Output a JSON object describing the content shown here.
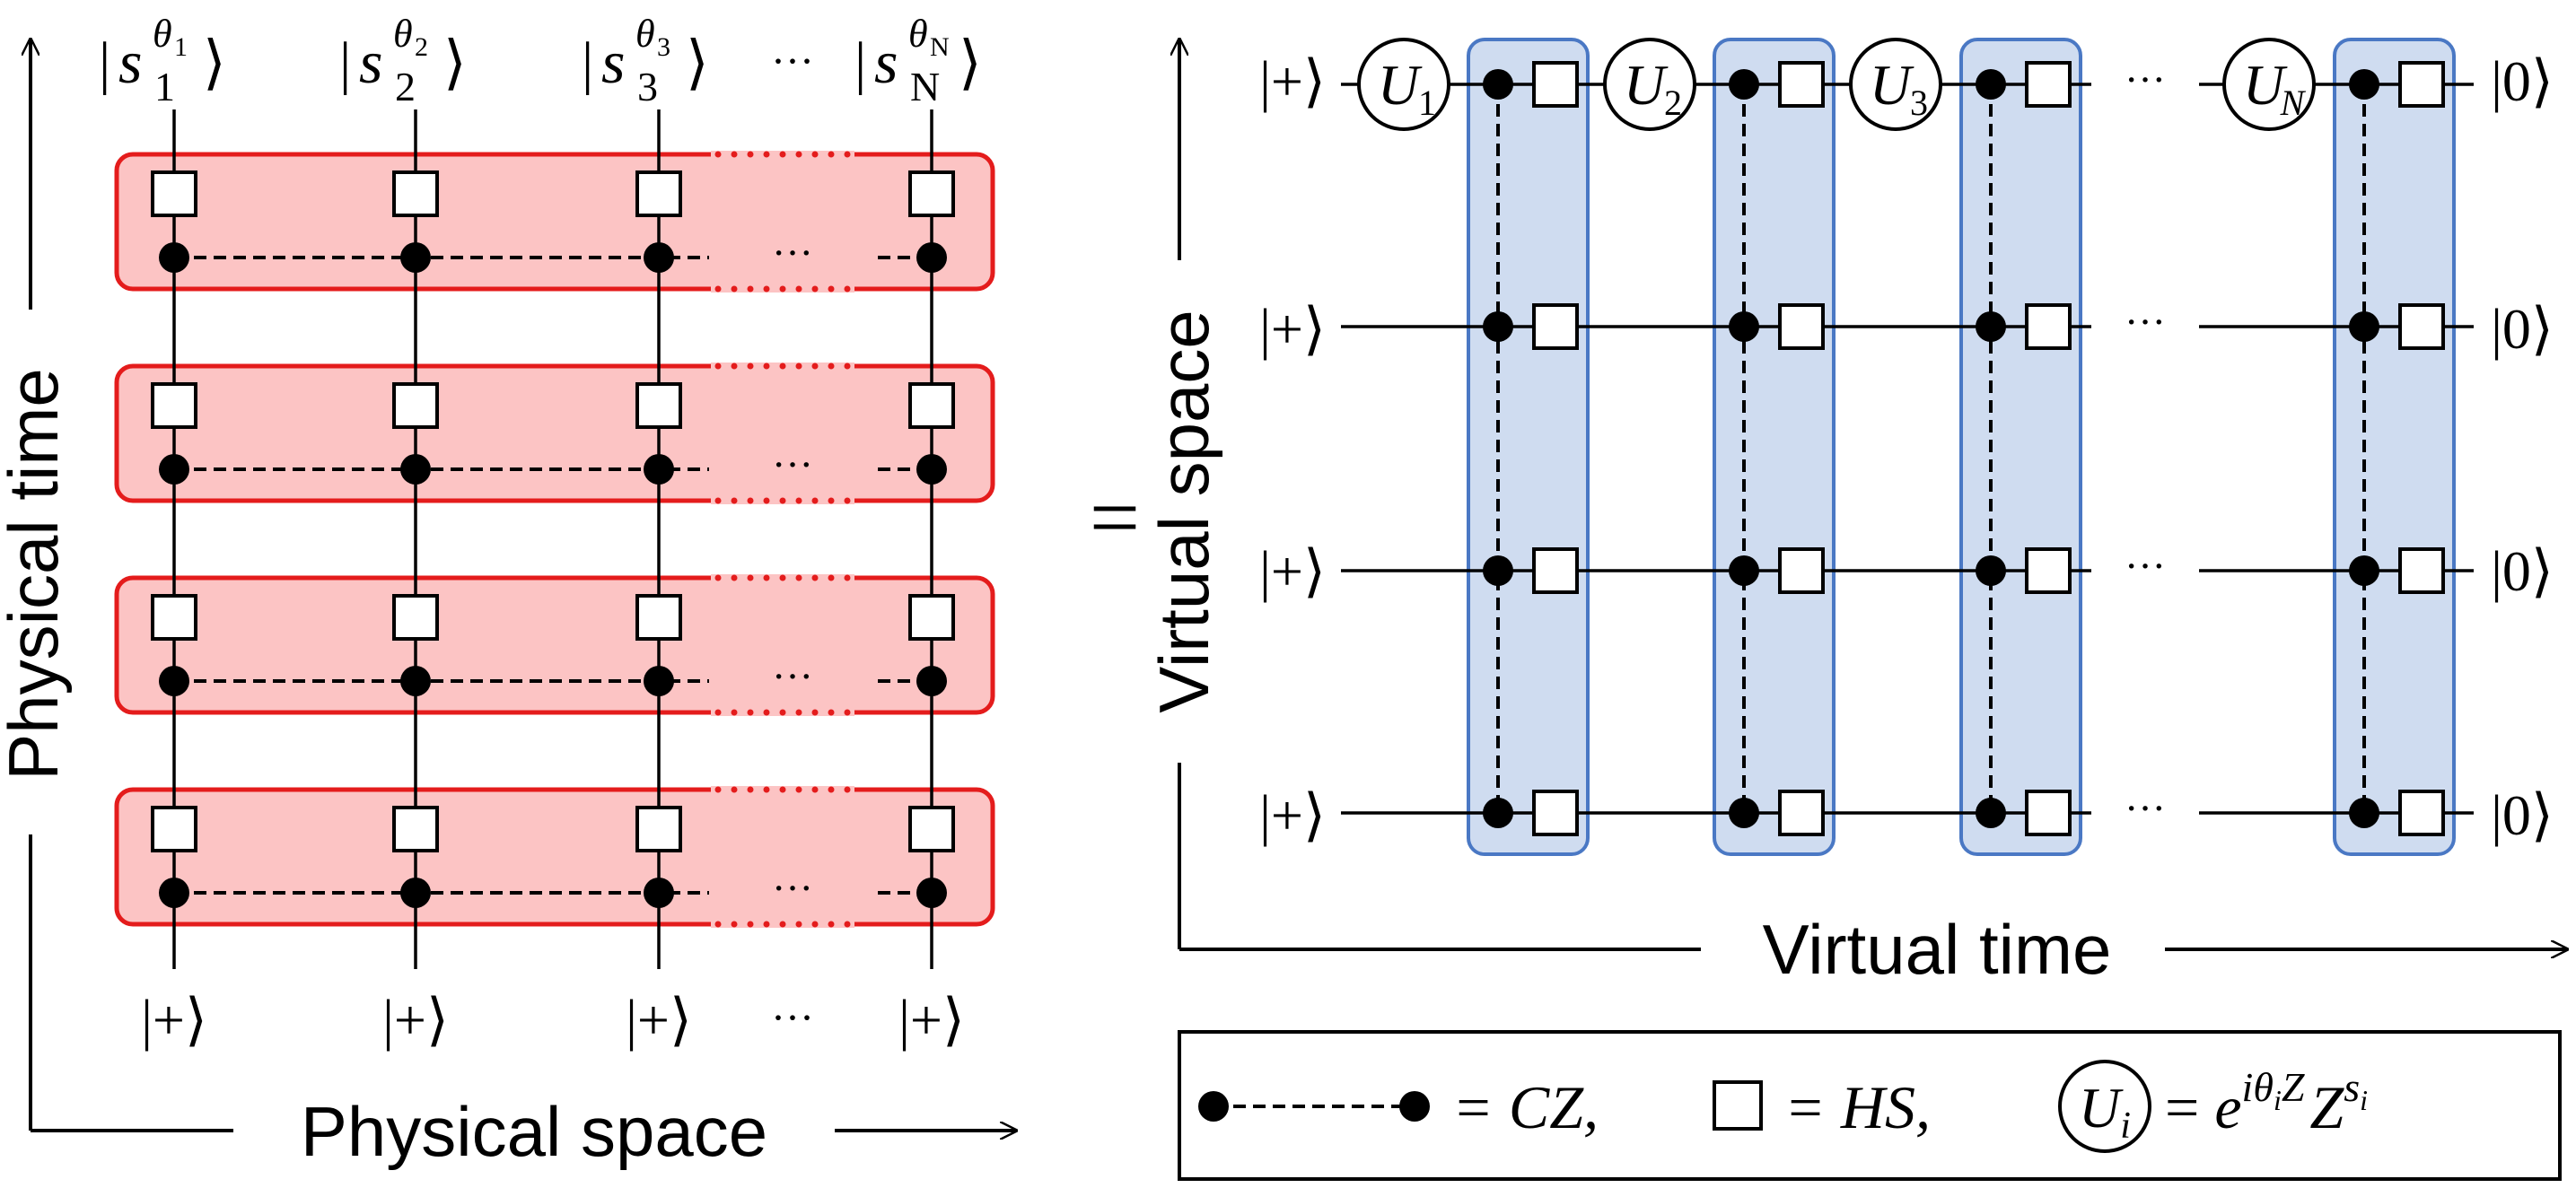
{
  "left_panel": {
    "top_kets": [
      {
        "sym": "s",
        "sup": "θ",
        "supsub": "1",
        "sub": "1"
      },
      {
        "sym": "s",
        "sup": "θ",
        "supsub": "2",
        "sub": "2"
      },
      {
        "sym": "s",
        "sup": "θ",
        "supsub": "3",
        "sub": "3"
      },
      {
        "sym": "s",
        "sup": "θ",
        "supsub": "N",
        "sub": "N"
      }
    ],
    "bottom_kets": [
      "|+⟩",
      "|+⟩",
      "|+⟩",
      "|+⟩"
    ],
    "ellipsis": "···",
    "vertical_axis_label": "Physical time",
    "horizontal_axis_label": "Physical space"
  },
  "equals_sign": "=",
  "right_panel": {
    "input_kets": [
      "|+⟩",
      "|+⟩",
      "|+⟩",
      "|+⟩"
    ],
    "output_kets": [
      "|0⟩",
      "|0⟩",
      "|0⟩",
      "|0⟩"
    ],
    "unitary_labels": [
      {
        "base": "U",
        "sub": "1"
      },
      {
        "base": "U",
        "sub": "2"
      },
      {
        "base": "U",
        "sub": "3"
      },
      {
        "base": "U",
        "sub": "N"
      }
    ],
    "ellipsis": "···",
    "vertical_axis_label": "Virtual space",
    "horizontal_axis_label": "Virtual time"
  },
  "legend": {
    "cz_text": "= CZ,",
    "hs_text": "= HS,",
    "u_circle_label": {
      "base": "U",
      "sub": "i"
    },
    "u_definition": {
      "eq": "= ",
      "base1": "e",
      "sup1": "iθ",
      "sup1sub": "i",
      "sup1tail": "Z",
      "base2": "Z",
      "sup2": "s",
      "sup2sub": "i"
    }
  },
  "colors": {
    "red_box_fill": "#fcc4c4",
    "red_box_stroke": "#e41c1c",
    "blue_box_fill": "#cfdcf0",
    "blue_box_stroke": "#4a78c4",
    "ink": "#000000"
  }
}
